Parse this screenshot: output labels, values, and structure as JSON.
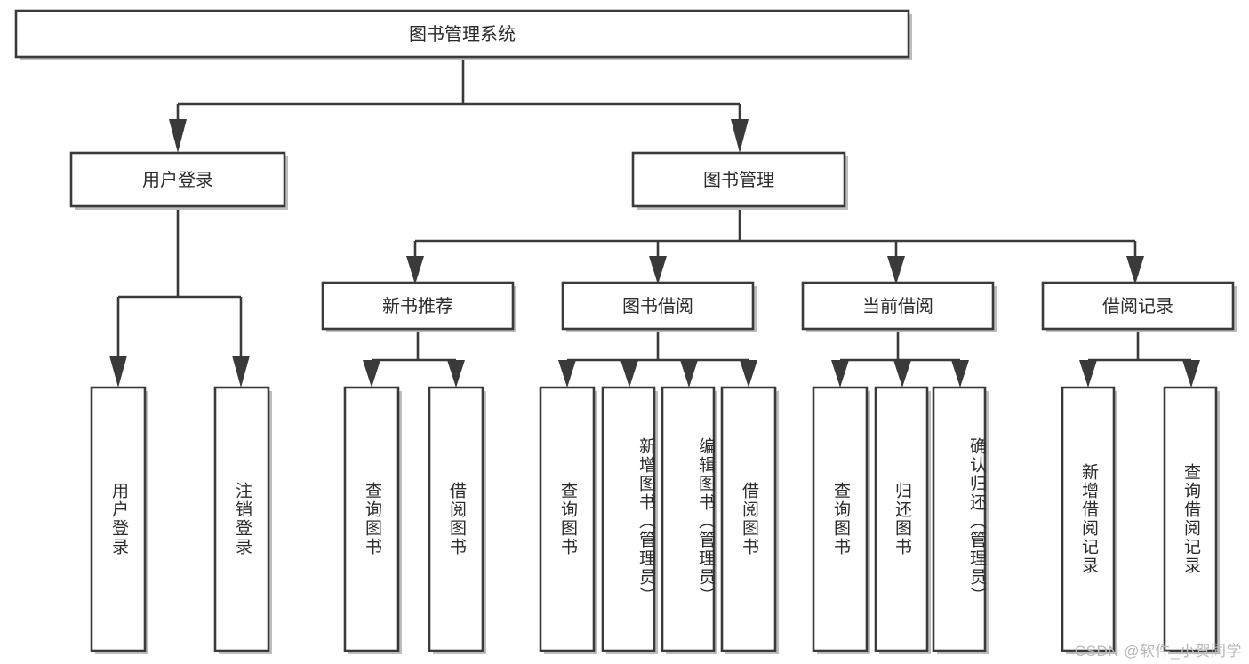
{
  "diagram": {
    "title": "图书管理系统",
    "type": "tree-hierarchy",
    "watermark": "CSDN @软件_小贺同学",
    "colors": {
      "stroke": "#3a3a3a",
      "box_fill": "#ffffff",
      "text": "#2b2b2b",
      "shadow": "#bdbdbd",
      "background": "#ffffff",
      "watermark": "#b8b8b8"
    },
    "levels": {
      "level1": [
        {
          "id": "root",
          "label": "图书管理系统",
          "orientation": "horizontal"
        }
      ],
      "level2": [
        {
          "id": "user-login",
          "label": "用户登录",
          "orientation": "horizontal",
          "parent": "root"
        },
        {
          "id": "book-manage",
          "label": "图书管理",
          "orientation": "horizontal",
          "parent": "root"
        }
      ],
      "level3": [
        {
          "id": "new-book-rec",
          "label": "新书推荐",
          "orientation": "horizontal",
          "parent": "book-manage"
        },
        {
          "id": "book-borrow",
          "label": "图书借阅",
          "orientation": "horizontal",
          "parent": "book-manage"
        },
        {
          "id": "current-borrow",
          "label": "当前借阅",
          "orientation": "horizontal",
          "parent": "book-manage"
        },
        {
          "id": "borrow-record",
          "label": "借阅记录",
          "orientation": "horizontal",
          "parent": "book-manage"
        }
      ],
      "leaves": [
        {
          "id": "leaf-user-login",
          "label": "用户登录",
          "orientation": "vertical",
          "parent": "user-login"
        },
        {
          "id": "leaf-logout-login",
          "label": "注销登录",
          "orientation": "vertical",
          "parent": "user-login"
        },
        {
          "id": "leaf-query-book-1",
          "label": "查询图书",
          "orientation": "vertical",
          "parent": "new-book-rec"
        },
        {
          "id": "leaf-borrow-book-1",
          "label": "借阅图书",
          "orientation": "vertical",
          "parent": "new-book-rec"
        },
        {
          "id": "leaf-query-book-2",
          "label": "查询图书",
          "orientation": "vertical",
          "parent": "book-borrow"
        },
        {
          "id": "leaf-add-book",
          "label": "新增图书（管理员）",
          "orientation": "vertical",
          "parent": "book-borrow"
        },
        {
          "id": "leaf-edit-book",
          "label": "编辑图书（管理员）",
          "orientation": "vertical",
          "parent": "book-borrow"
        },
        {
          "id": "leaf-borrow-book-2",
          "label": "借阅图书",
          "orientation": "vertical",
          "parent": "book-borrow"
        },
        {
          "id": "leaf-query-book-3",
          "label": "查询图书",
          "orientation": "vertical",
          "parent": "current-borrow"
        },
        {
          "id": "leaf-return-book",
          "label": "归还图书",
          "orientation": "vertical",
          "parent": "current-borrow"
        },
        {
          "id": "leaf-confirm-return",
          "label": "确认归还（管理员）",
          "orientation": "vertical",
          "parent": "current-borrow"
        },
        {
          "id": "leaf-add-record",
          "label": "新增借阅记录",
          "orientation": "vertical",
          "parent": "borrow-record"
        },
        {
          "id": "leaf-query-record",
          "label": "查询借阅记录",
          "orientation": "vertical",
          "parent": "borrow-record"
        }
      ]
    }
  }
}
